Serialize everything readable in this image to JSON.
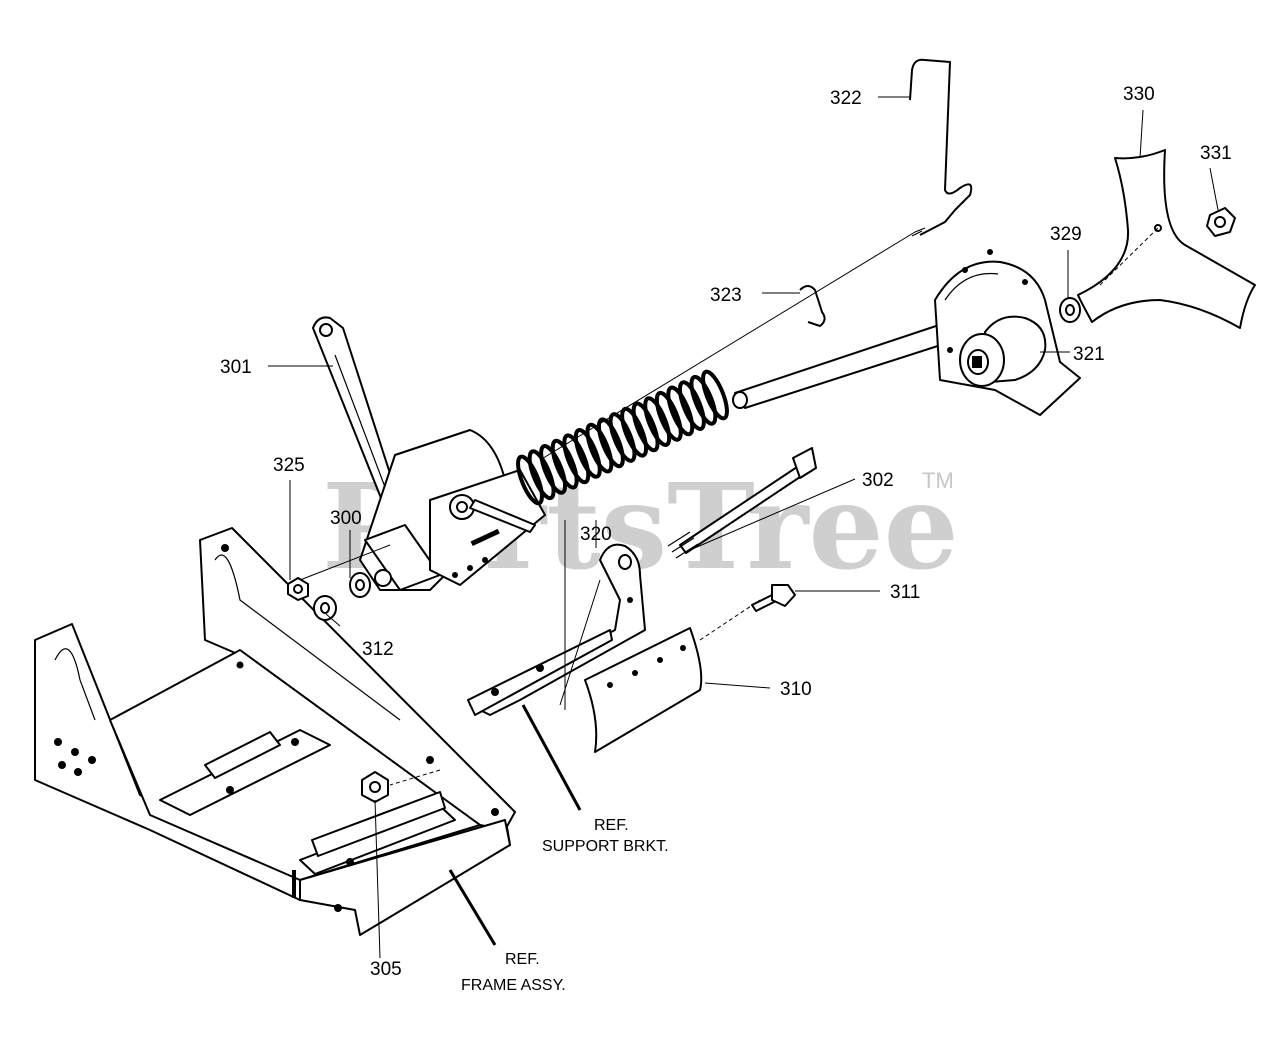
{
  "watermark": {
    "text": "PartsTree",
    "mark": "TM"
  },
  "callouts": {
    "p300": "300",
    "p301": "301",
    "p302": "302",
    "p305": "305",
    "p310": "310",
    "p311": "311",
    "p312": "312",
    "p320": "320",
    "p321": "321",
    "p322": "322",
    "p323": "323",
    "p325": "325",
    "p329": "329",
    "p330": "330",
    "p331": "331"
  },
  "notes": {
    "support_ref": "REF.",
    "support_name": "SUPPORT BRKT.",
    "frame_ref": "REF.",
    "frame_name": "FRAME ASSY."
  }
}
